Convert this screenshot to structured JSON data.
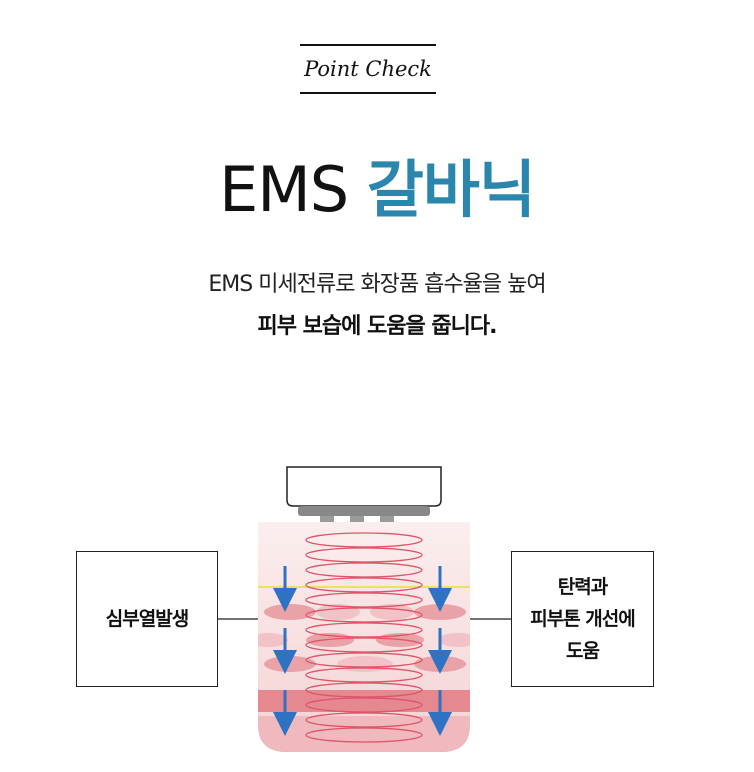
{
  "badge": "Point Check",
  "title": {
    "en": "EMS",
    "ko": "갈바닉"
  },
  "subtitle": {
    "line1": "EMS 미세전류로 화장품 흡수율을 높여",
    "line2": "피부 보습에 도움을 줍니다."
  },
  "labels": {
    "left": "심부열발생",
    "right": [
      "탄력과",
      "피부톤 개선에",
      "도움"
    ]
  },
  "colors": {
    "accent": "#2b86ad",
    "arrow": "#2e72c4",
    "coil": "#e0546a",
    "skin": "#f6dcdd"
  }
}
